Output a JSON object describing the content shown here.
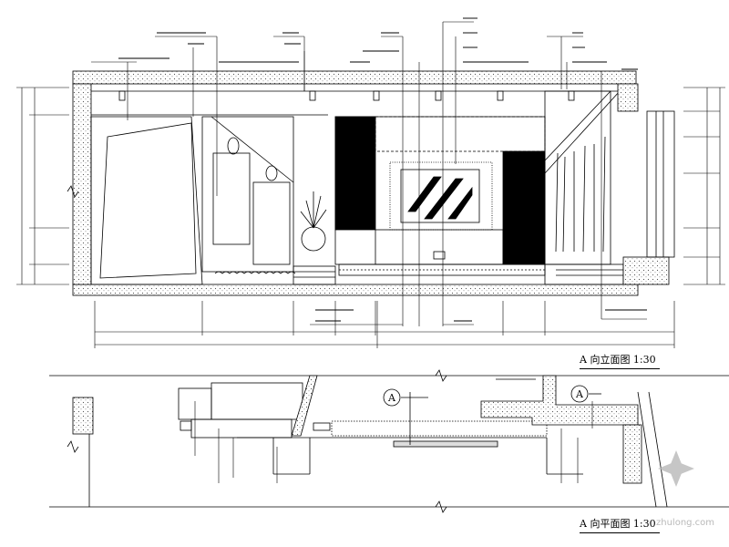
{
  "drawing": {
    "elevation_title": "A 向立面图 1:30",
    "plan_title": "A 向平面图 1:30",
    "section_marker": "A",
    "watermark": "zhulong.com"
  },
  "colors": {
    "line": "#000000",
    "fill_dark": "#000000",
    "hatch": "#6d6d6d",
    "watermark": "#b9b9b9"
  }
}
